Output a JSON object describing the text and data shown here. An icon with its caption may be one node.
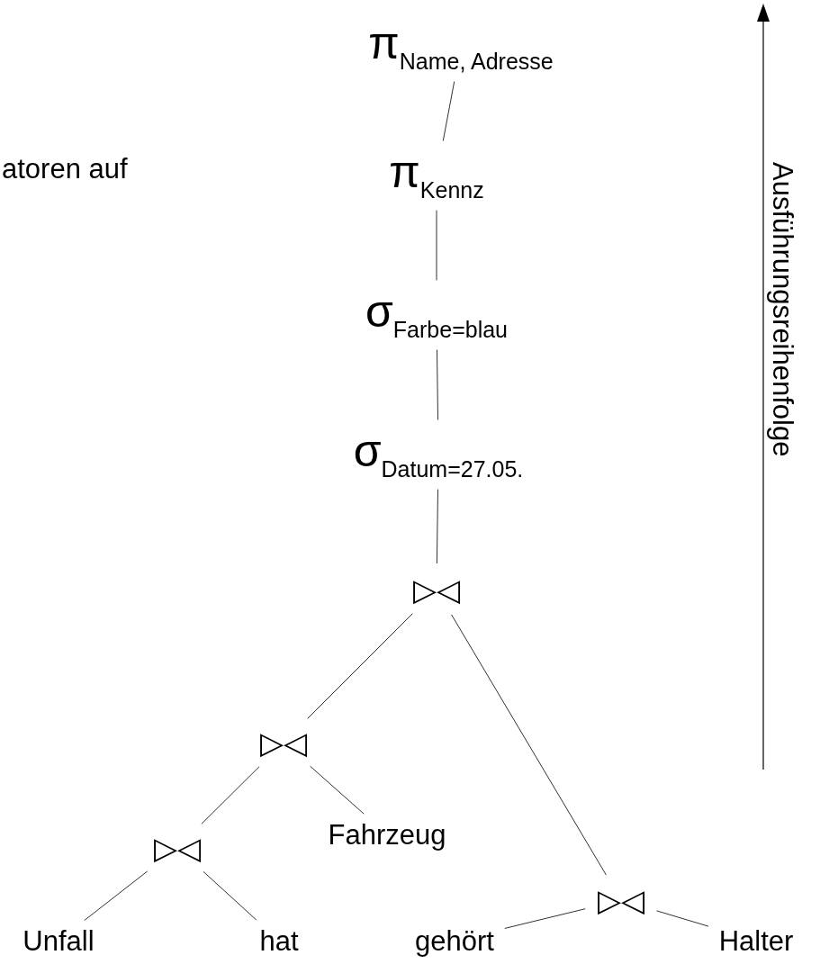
{
  "diagram": {
    "nodes": [
      {
        "text": [
          "π$_{Name, Adresse}$"
        ]
      },
      {
        "text": [
          "π$_{Kennz}$"
        ]
      },
      {
        "text": [
          "σ$_{Farbe=blau}$"
        ]
      },
      {
        "text": [
          "σ$_{Datum=27.05.}$"
        ]
      },
      {
        "text": [
          "▷◁"
        ]
      },
      {
        "text": [
          "▷◁"
        ]
      },
      {
        "text": [
          "Fahrzeug"
        ]
      },
      {
        "text": [
          "▷◁"
        ]
      },
      {
        "text": [
          "▷◁"
        ]
      },
      {
        "text": [
          "Unfall"
        ]
      },
      {
        "text": [
          "hat"
        ]
      },
      {
        "text": [
          "gehört"
        ]
      },
      {
        "text": [
          "Halter"
        ]
      }
    ],
    "edges": [
      {
        "from": 0,
        "to": 1,
        "arrow": "none"
      },
      {
        "from": 1,
        "to": 2,
        "arrow": "none"
      },
      {
        "from": 2,
        "to": 3,
        "arrow": "none"
      },
      {
        "from": 3,
        "to": 4,
        "arrow": "none"
      },
      {
        "from": 4,
        "to": 5,
        "arrow": "none"
      },
      {
        "from": 4,
        "to": 8,
        "arrow": "none"
      },
      {
        "from": 5,
        "to": 7,
        "arrow": "none"
      },
      {
        "from": 5,
        "to": 6,
        "arrow": "none"
      },
      {
        "from": 7,
        "to": 9,
        "arrow": "none"
      },
      {
        "from": 7,
        "to": 10,
        "arrow": "none"
      },
      {
        "from": 8,
        "to": 11,
        "arrow": "none"
      },
      {
        "from": 8,
        "to": 12,
        "arrow": "none"
      }
    ],
    "labels": [
      "atoren auf",
      "Ausführungsreihenfolge"
    ]
  }
}
